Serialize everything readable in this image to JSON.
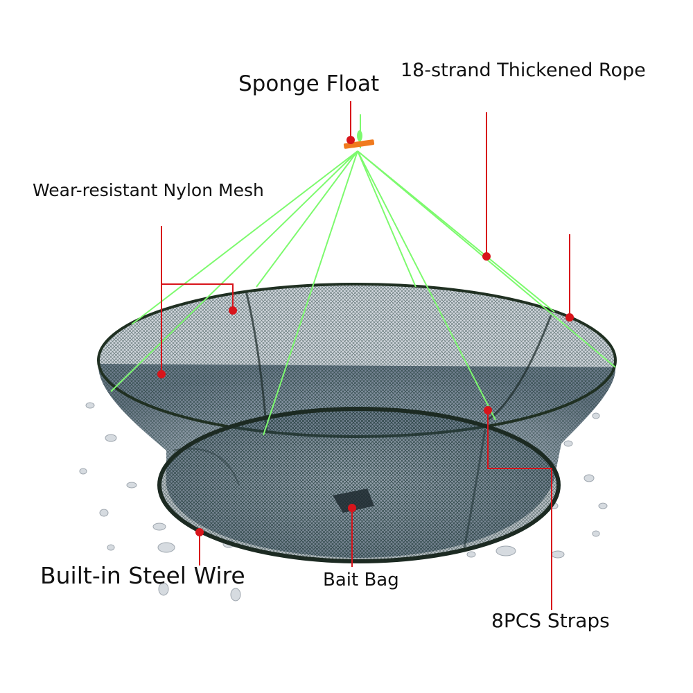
{
  "labels": {
    "sponge_float": "Sponge Float",
    "rope": "18-strand Thickened Rope",
    "mesh": "Wear-resistant Nylon Mesh",
    "steel_wire": "Built-in Steel Wire",
    "bait_bag": "Bait Bag",
    "straps": "8PCS Straps"
  },
  "colors": {
    "callout": "#d8141b",
    "rope": "#7dfa6e",
    "mesh": "#1e3a36",
    "frame": "#203022",
    "float": "#f07a1e",
    "background": "#ffffff"
  }
}
